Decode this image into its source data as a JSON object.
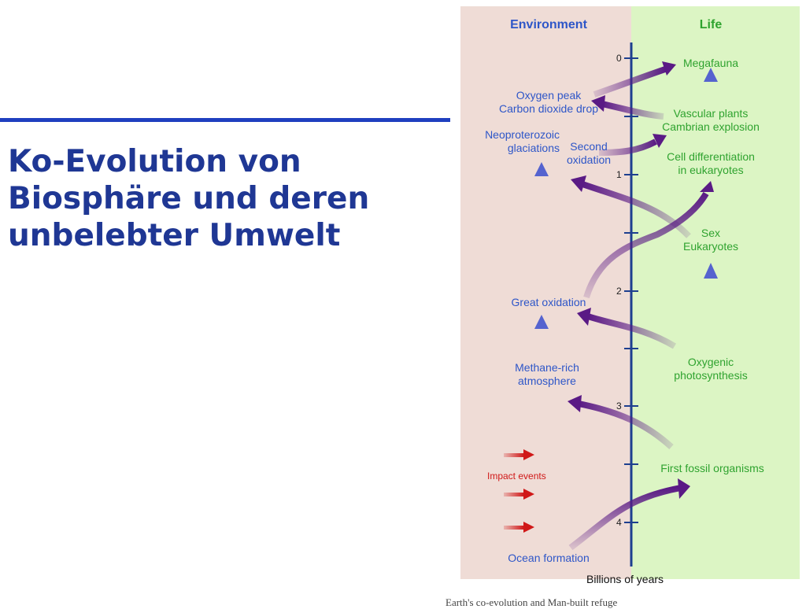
{
  "slide": {
    "title_lines": [
      "Ko-Evolution von",
      "Biosphäre und deren",
      "unbelebter Umwelt"
    ]
  },
  "diagram": {
    "headers": {
      "environment": "Environment",
      "life": "Life"
    },
    "axis": {
      "ticks": [
        "0",
        "1",
        "2",
        "3",
        "4"
      ],
      "title": "Billions of years"
    },
    "environment_events": [
      {
        "id": "oxygen-peak",
        "lines": [
          "Oxygen peak",
          "Carbon dioxide drop"
        ]
      },
      {
        "id": "neoproterozoic",
        "lines": [
          "Neoproterozoic",
          "glaciations"
        ]
      },
      {
        "id": "second-oxidation",
        "lines": [
          "Second",
          "oxidation"
        ]
      },
      {
        "id": "great-oxidation",
        "lines": [
          "Great oxidation"
        ]
      },
      {
        "id": "methane",
        "lines": [
          "Methane-rich",
          "atmosphere"
        ]
      },
      {
        "id": "ocean",
        "lines": [
          "Ocean formation"
        ]
      }
    ],
    "life_events": [
      {
        "id": "megafauna",
        "lines": [
          "Megafauna"
        ]
      },
      {
        "id": "vascular",
        "lines": [
          "Vascular plants",
          "Cambrian explosion"
        ]
      },
      {
        "id": "cell-diff",
        "lines": [
          "Cell differentiation",
          "in eukaryotes"
        ]
      },
      {
        "id": "sex",
        "lines": [
          "Sex",
          "Eukaryotes"
        ]
      },
      {
        "id": "oxygenic",
        "lines": [
          "Oxygenic",
          "photosynthesis"
        ]
      },
      {
        "id": "first-fossil",
        "lines": [
          "First fossil organisms"
        ]
      }
    ],
    "impact_label": "Impact events",
    "caption": "Earth's co-evolution and Man-built refuge"
  },
  "colors": {
    "env_bg": "#efdcd6",
    "life_bg": "#dcf5c4",
    "env_text": "#2e56c8",
    "life_text": "#2fa32f",
    "axis": "#1d3f8f",
    "arrow_purple": "#5a1a85",
    "arrow_blue": "#7a86dc",
    "impact_red": "#d01818",
    "title": "#1f3794"
  }
}
